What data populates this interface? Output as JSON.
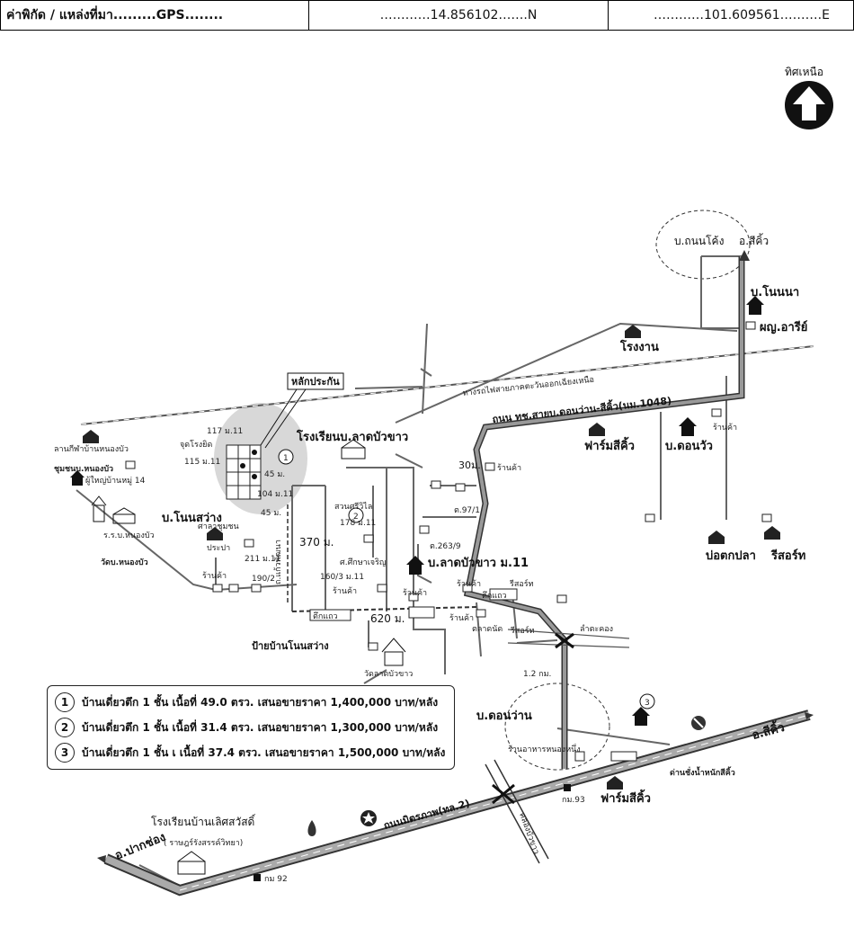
{
  "header": {
    "label": "ค่าพิกัด / แหล่งที่มา.........GPS........",
    "latitude": "…………14.856102…….N",
    "longitude": "…………101.609561……….E"
  },
  "compass": {
    "label": "ทิศเหนือ"
  },
  "labels": {
    "ban_thanon_khong": "บ.ถนนโค้ง",
    "amphoe_sikhio_top": "อ.สีคิ้ว",
    "ban_non_na": "บ.โนนนา",
    "headman": "ผญ.อารีย์",
    "factory": "โรงงาน",
    "railway": "ทางรถไฟสายภาคตะวันออกเฉียงเหนือ",
    "road_name": "ถนน ทช.สายบ.ดอนว่าน-สีคิ้ว(นม.1048)",
    "landmark_pin": "หลักประกัน",
    "school_ladbuakhao": "โรงเรียนบ.ลาดบัวขาว",
    "farm_sikhio_top": "ฟาร์มสีคิ้ว",
    "ban_don_wua": "บ.ดอนวัว",
    "shop": "ร้านค้า",
    "shop_top_right": "ร้านค้า",
    "fish_pond": "บ่อตกปลา",
    "resort_right": "รีสอร์ท",
    "community_hall": "ลานกีฬาบ้านหนองบัว",
    "community_nongbua": "ชุมชนบ.หนองบัว",
    "village_head_14": "ผู้ใหญ่บ้านหมู่ 14",
    "school_nongbua": "ร.ร.บ.หนองบัว",
    "wat_nongbua": "วัดบ.หนองบัว",
    "ban_non_sawang": "บ.โนนสว่าง",
    "house_117": "117 ม.11",
    "house_115": "115 ม.11",
    "water_point": "จุดโรงยิด",
    "house_104": "104 ม.11",
    "dist_45_v": "45 ม.",
    "dist_45_h": "45 ม.",
    "pavilion": "ศาลาชุมชน",
    "water_supply": "ประปา",
    "house_211": "211 ม.11",
    "house_190": "190/2",
    "shop_left": "ร้านค้า",
    "road_side": "ถ.แก้วพัฒนา",
    "dist_370": "370 ม.",
    "garden": "สวนศรีวิไล",
    "house_178": "178 ม.11",
    "learning_center": "ศ.ศึกษาเจริญ",
    "house_160": "160/3 ม.11",
    "shop_mid": "ร้านค้า",
    "rice_mill": "ตึกแถว",
    "dist_620": "620 ม.",
    "sign_non_sawang": "ป้ายบ้านโนนสว่าง",
    "wat_ladbuakhao": "วัดลาดบัวขาว",
    "dist_30": "30ม.",
    "shop_30": "ร้านค้า",
    "house_97": "ต.97/1",
    "house_263": "ต.263/9",
    "ban_ladbuakhao": "บ.ลาดบัวขาว ม.11",
    "shop_lb1": "ร้านค้า",
    "shop_lb2": "ร้านค้า",
    "shop_lb3": "ร้านค้า",
    "shophouse": "ตึกแถว",
    "market": "ตลาดนัด",
    "resort_mid1": "รีสอร์ท",
    "resort_mid2": "รีสอร์ท",
    "lam_takhong": "ลำตะคอง",
    "dist_1_2km": "1.2 กม.",
    "ban_don_wan": "บ.ดอนว่าน",
    "restaurant": "ร้านอาหารหนองหนึ่ง",
    "weigh_station": "ด่านชั่งน้ำหนักสีคิ้ว",
    "km93": "กม.93",
    "farm_sikhio_bottom": "ฟาร์มสีคิ้ว",
    "highway": "ถนนมิตรภาพ(ทล.2)",
    "canal": "คลองบัวขาว",
    "amphoe_sikhio_bottom": "อ.สีคิ้ว",
    "school_lert": "โรงเรียนบ้านเลิศสวัสดิ์",
    "school_lert_sub": "( ราษฎร์รังสรรค์วิทยา)",
    "pak_chong": "อ.ปากช่อง",
    "km92": "กม 92"
  },
  "legend": [
    {
      "num": "1",
      "text": "บ้านเดี่ยวตึก 1 ชั้น เนื้อที่ 49.0 ตรว. เสนอขายราคา 1,400,000 บาท/หลัง"
    },
    {
      "num": "2",
      "text": "บ้านเดี่ยวตึก 1 ชั้น เนื้อที่ 31.4 ตรว. เสนอขายราคา 1,300,000 บาท/หลัง"
    },
    {
      "num": "3",
      "text": "บ้านเดี่ยวตึก 1 ชั้น เ เนื้อที่ 37.4 ตรว. เสนอขายราคา 1,500,000 บาท/หลัง"
    }
  ],
  "markers": {
    "m1": "1",
    "m2": "2",
    "m3": "3"
  }
}
